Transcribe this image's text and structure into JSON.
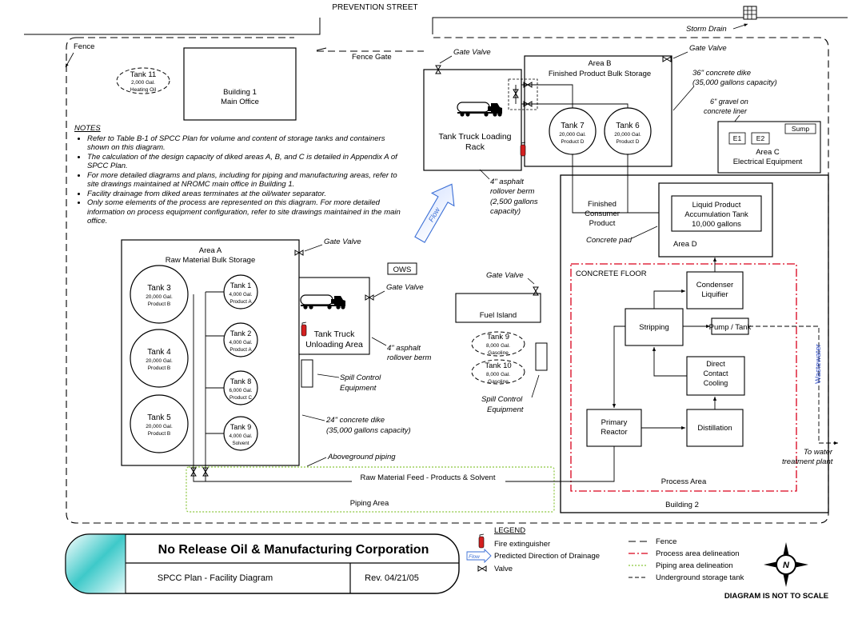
{
  "street": "PREVENTION STREET",
  "storm_drain": "Storm Drain",
  "fence": "Fence",
  "fence_gate": "Fence Gate",
  "gate_valve": "Gate Valve",
  "building1": {
    "line1": "Building 1",
    "line2": "Main Office"
  },
  "tank11": {
    "name": "Tank 11",
    "cap": "2,000 Gal.",
    "content": "Heating Oil"
  },
  "notes": {
    "header": "NOTES",
    "items": [
      "Refer to Table B-1 of SPCC Plan for volume and content of storage tanks and containers shown on this diagram.",
      "The calculation of the design capacity of diked areas A, B, and C is detailed in Appendix A of SPCC Plan.",
      "For more detailed diagrams and plans, including for piping and manufacturing areas, refer to site drawings maintained at NROMC main office in Building 1.",
      "Facility drainage from diked areas terminates at the oil/water separator.",
      "Only some elements of the process are represented on this diagram. For more detailed information on process equipment configuration, refer to site drawings maintained in the main office."
    ]
  },
  "area_b": {
    "line1": "Area B",
    "line2": "Finished Product Bulk Storage"
  },
  "tank_truck_loading": {
    "line1": "Tank Truck Loading",
    "line2": "Rack"
  },
  "tank7": {
    "name": "Tank 7",
    "cap": "20,000 Gal.",
    "content": "Product D"
  },
  "tank6": {
    "name": "Tank 6",
    "cap": "20,000 Gal.",
    "content": "Product D"
  },
  "dike_b": {
    "line1": "36\" concrete dike",
    "line2": "(35,000 gallons capacity)"
  },
  "gravel": {
    "line1": "6\" gravel on",
    "line2": "concrete liner"
  },
  "area_c": {
    "sump": "Sump",
    "e1": "E1",
    "e2": "E2",
    "line1": "Area C",
    "line2": "Electrical Equipment"
  },
  "berm_loading": {
    "line1": "4\" asphalt",
    "line2": "rollover berm",
    "line3": "(2,500 gallons",
    "line4": "capacity)"
  },
  "flow": "Flow",
  "finished_consumer": {
    "line1": "Finished",
    "line2": "Consumer",
    "line3": "Product"
  },
  "concrete_pad": "Concrete pad",
  "liquid_tank": {
    "line1": "Liquid Product",
    "line2": "Accumulation Tank",
    "line3": "10,000 gallons"
  },
  "area_d": "Area D",
  "area_a": {
    "line1": "Area A",
    "line2": "Raw Material Bulk Storage"
  },
  "tank3": {
    "name": "Tank 3",
    "cap": "20,000 Gal.",
    "content": "Product B"
  },
  "tank4": {
    "name": "Tank 4",
    "cap": "20,000 Gal.",
    "content": "Product B"
  },
  "tank5": {
    "name": "Tank 5",
    "cap": "20,000 Gal.",
    "content": "Product B"
  },
  "tank1": {
    "name": "Tank 1",
    "cap": "4,000 Gal.",
    "content": "Product A"
  },
  "tank2": {
    "name": "Tank 2",
    "cap": "4,000 Gal.",
    "content": "Product A"
  },
  "tank8": {
    "name": "Tank 8",
    "cap": "6,000 Gal.",
    "content": "Product C"
  },
  "tank9s": {
    "name": "Tank 9",
    "cap": "4,000 Gal.",
    "content": "Solvent"
  },
  "ows": "OWS",
  "tank_truck_unloading": {
    "line1": "Tank Truck",
    "line2": "Unloading Area"
  },
  "berm_unloading": {
    "line1": "4\" asphalt",
    "line2": "rollover berm"
  },
  "spill_control": {
    "line1": "Spill Control",
    "line2": "Equipment"
  },
  "dike_a": {
    "line1": "24\" concrete dike",
    "line2": "(35,000 gallons capacity)"
  },
  "fuel_island": "Fuel Island",
  "tank9g": {
    "name": "Tank 9",
    "cap": "8,000 Gal.",
    "content": "Gasoline"
  },
  "tank10": {
    "name": "Tank 10",
    "cap": "8,000 Gal.",
    "content": "Gasoline"
  },
  "concrete_floor": "CONCRETE FLOOR",
  "condenser": {
    "line1": "Condenser",
    "line2": "Liquifier"
  },
  "stripping": "Stripping",
  "pump_tank": "Pump / Tank",
  "direct_contact": {
    "line1": "Direct",
    "line2": "Contact",
    "line3": "Cooling"
  },
  "primary_reactor": {
    "line1": "Primary",
    "line2": "Reactor"
  },
  "distillation": "Distillation",
  "wastewater": "Wastewater",
  "water_treatment": {
    "line1": "To water",
    "line2": "treatment plant"
  },
  "process_area": "Process Area",
  "building2": "Building 2",
  "aboveground_piping": "Aboveground piping",
  "raw_material_feed": "Raw Material Feed - Products & Solvent",
  "piping_area": "Piping Area",
  "title_block": {
    "company": "No Release Oil & Manufacturing Corporation",
    "plan": "SPCC Plan - Facility Diagram",
    "rev": "Rev. 04/21/05"
  },
  "legend": {
    "header": "LEGEND",
    "fire": "Fire extinguisher",
    "flow_icon": "Flow",
    "flow": "Predicted Direction of Drainage",
    "valve": "Valve",
    "fence": "Fence",
    "process": "Process area delineation",
    "piping": "Piping area delineation",
    "ust": "Underground storage tank"
  },
  "compass": "N",
  "scale_note": "DIAGRAM IS NOT TO SCALE",
  "colors": {
    "process": "#d9001b",
    "piping": "#8cc63e",
    "flow": "#3b6fd6",
    "wastewater": "#2a48c8",
    "extinguisher": "#d42020",
    "title_teal": "#3ec9c9"
  }
}
